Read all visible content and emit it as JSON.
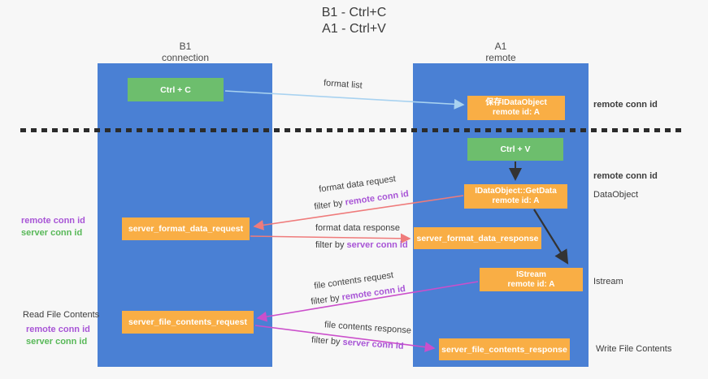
{
  "title": {
    "line1": "B1 - Ctrl+C",
    "line2": "A1 - Ctrl+V"
  },
  "columns": {
    "left": {
      "header_line1": "B1",
      "header_line2": "connection"
    },
    "right": {
      "header_line1": "A1",
      "header_line2": "remote"
    }
  },
  "boxes": {
    "ctrl_c": "Ctrl + C",
    "ctrl_v": "Ctrl + V",
    "clipboard_object_line1": "保存IDataObject",
    "clipboard_object_line2": "remote id: A",
    "getdata_line1": "IDataObject::GetData",
    "getdata_line2": "remote id: A",
    "istream_line1": "IStream",
    "istream_line2": "remote id: A",
    "format_request": "server_format_data_request",
    "format_response": "server_format_data_response",
    "file_request": "server_file_contents_request",
    "file_response": "server_file_contents_response"
  },
  "flow_labels": {
    "format_list": "format list",
    "format_data_request": "format data request",
    "format_data_response": "format data response",
    "file_contents_request": "file contents request",
    "file_contents_response": "file contents response",
    "filter_by": "filter by ",
    "remote_conn_id": "remote conn id",
    "server_conn_id": "server conn id"
  },
  "side_labels": {
    "remote_conn_id": "remote conn id",
    "server_conn_id": "server conn id",
    "dataobject": "DataObject",
    "istream": "Istream",
    "read_file_contents": "Read File Contents",
    "write_file_contents": "Write File Contents"
  },
  "colors": {
    "column_blue": "#4a80d4",
    "box_orange": "#f9ae45",
    "box_green": "#6dbe6d",
    "arrow_light_blue": "#a8d2f0",
    "arrow_red": "#ef7b7b",
    "arrow_magenta": "#cb4fcb",
    "arrow_black": "#333333",
    "purple_text": "#a855d6",
    "green_text": "#58b858"
  }
}
